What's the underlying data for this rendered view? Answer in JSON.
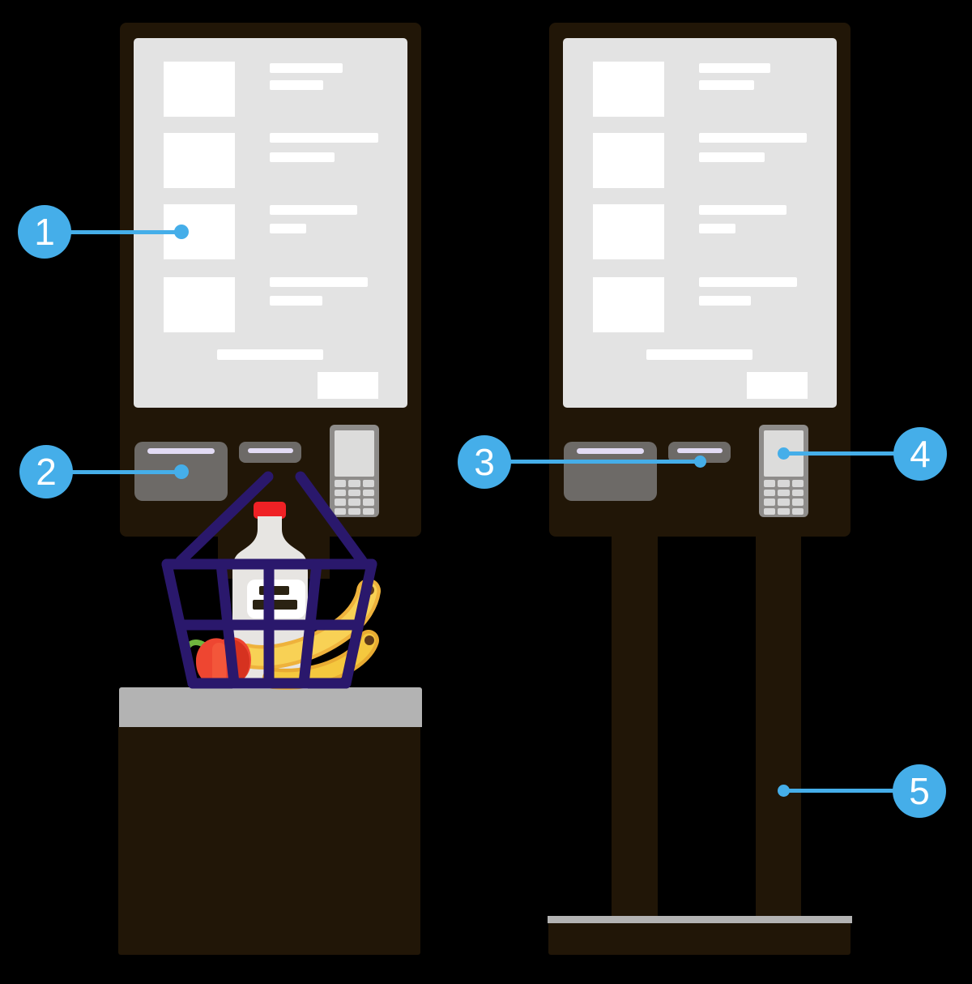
{
  "scene": {
    "background_color": "#000000",
    "kind": "self-checkout kiosk illustration with numbered callouts",
    "kiosk_count": 2,
    "screen_list_rows_per_kiosk": 4
  },
  "colors": {
    "accent_blue": "#45aee9",
    "kiosk_body_brown": "#211607",
    "screen_bg": "#e3e3e3",
    "panel_gray": "#6d6a67",
    "slot_light_lavender": "#e2dbf4",
    "terminal_gray": "#8e8c8a",
    "terminal_screen_gray": "#dcdcdb",
    "keypad_key_gray": "#d8d8d8",
    "counter_gray": "#b3b3b3",
    "basket_indigo": "#2a186c",
    "milk_bottle_white": "#e7e5e2",
    "milk_cap_red": "#ef2125",
    "banana_yellow": "#f8d14f",
    "pepper_red": "#ee4631",
    "pepper_stem_green": "#6fb53e"
  },
  "callouts": [
    {
      "label": "1"
    },
    {
      "label": "2"
    },
    {
      "label": "3"
    },
    {
      "label": "4"
    },
    {
      "label": "5"
    }
  ]
}
